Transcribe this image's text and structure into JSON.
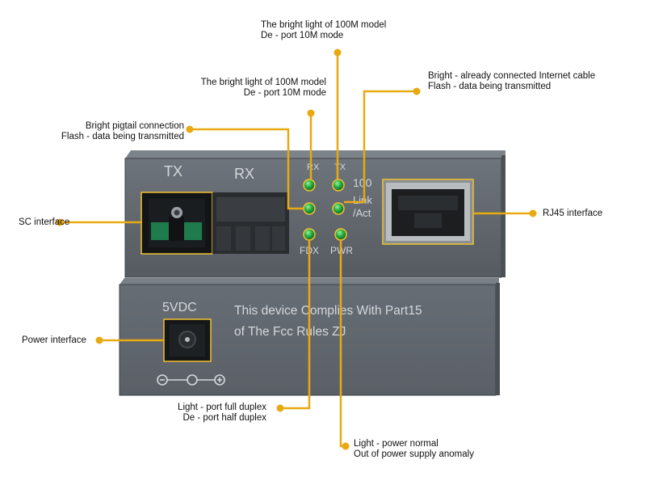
{
  "device": {
    "front_labels": {
      "tx": "TX",
      "rx": "RX"
    },
    "led_labels": {
      "rx": "RX",
      "tx": "TX",
      "speed": "100",
      "link_act": "Link\n/Act",
      "fdx": "FDX",
      "pwr": "PWR"
    },
    "power_label": "5VDC",
    "compliance_text": [
      "This device Complies With Part15",
      "of The Fcc Rules ZJ"
    ]
  },
  "callouts": {
    "top_center": [
      "The bright light of 100M model",
      "De - port 10M mode"
    ],
    "top_left": [
      "The bright light of 100M model",
      "De - port 10M mode"
    ],
    "top_right": [
      "Bright - already connected Internet cable",
      "Flash - data being transmitted"
    ],
    "pigtail": [
      "Bright pigtail connection",
      "Flash - data being transmitted"
    ],
    "sc": "SC interface",
    "rj45": "RJ45 interface",
    "power": "Power interface",
    "fdx": [
      "Light - port full duplex",
      "De - port half duplex"
    ],
    "pwr": [
      "Light - power normal",
      "Out of power supply anomaly"
    ]
  },
  "colors": {
    "leader": "#e8a911",
    "chassis": "#5f656c",
    "led": "#1f9a38",
    "highlight": "#f2c230"
  }
}
